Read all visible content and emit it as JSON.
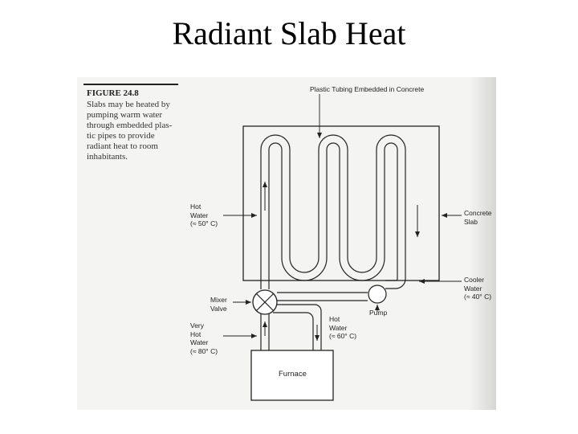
{
  "slide": {
    "title": "Radiant Slab Heat"
  },
  "figure": {
    "number": "FIGURE 24.8",
    "caption_lines": [
      "Slabs may be heated by",
      "pumping warm water",
      "through embedded plas-",
      "tic pipes to provide",
      "radiant heat to room",
      "inhabitants."
    ]
  },
  "labels": {
    "tubing": "Plastic Tubing Embedded in Concrete",
    "concrete_slab": [
      "Concrete",
      "Slab"
    ],
    "hot_water_in": [
      "Hot",
      "Water",
      "(≈ 50° C)"
    ],
    "cooler_water": [
      "Cooler",
      "Water",
      "(≈ 40° C)"
    ],
    "mixer_valve": [
      "Mixer",
      "Valve"
    ],
    "pump": "Pump",
    "hot_water_return": [
      "Hot",
      "Water",
      "(≈ 60° C)"
    ],
    "very_hot_water": [
      "Very",
      "Hot",
      "Water",
      "(≈ 80° C)"
    ],
    "furnace": "Furnace"
  }
}
